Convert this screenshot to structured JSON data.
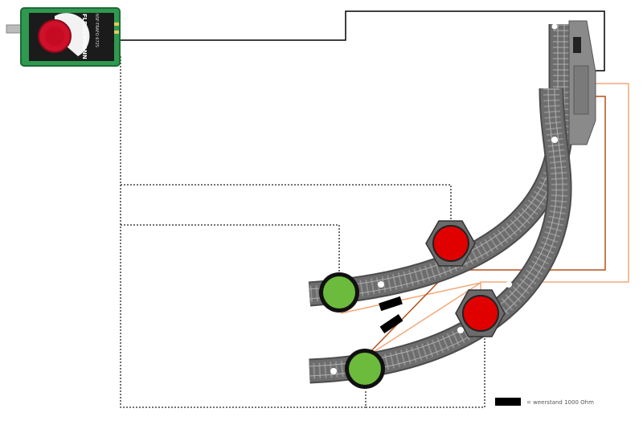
{
  "transformer": {
    "brand": "FLEISCHMANN",
    "model": "NSF-TRAFO 6725"
  },
  "legend": {
    "label": "= weerstand  1000 Ohm"
  },
  "colors": {
    "background": "#ffffff",
    "transformer_body": "#2f9a4f",
    "transformer_panel": "#1b1b1b",
    "knob": "#d0102a",
    "track": "#6d6d6d",
    "track_edge": "#4c4c4c",
    "sleeper": "#8e8e8e",
    "signal_red": "#e10000",
    "signal_green": "#6dbb3c",
    "signal_ring": "#111111",
    "wire_main": "#000000",
    "wire_dotted": "#222222",
    "wire_dark_orange": "#b5501a",
    "wire_light_orange": "#f3a87a",
    "resistor": "#000000"
  },
  "icons": {
    "transformer": "transformer-icon",
    "knob": "control-knob-icon",
    "buffer_stop": "buffer-stop-icon",
    "signal": "signal-lamp-icon",
    "resistor": "resistor-icon"
  }
}
